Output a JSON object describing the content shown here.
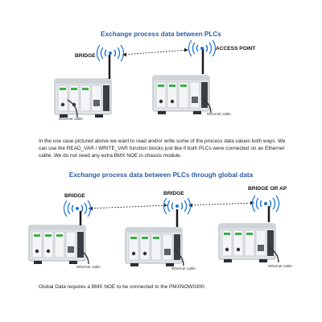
{
  "top_section": {
    "title": "Exchange process data between PLCs",
    "label_left": "BRIDGE",
    "label_right": "ACCESS POINT",
    "cable_label_left": "Ethernet cable",
    "cable_label_right": "Ethernet cable"
  },
  "paragraph": "In the use case pictured above we want to read and/or write some of the process data values both ways. We can use the READ_VAR / WRITE_VAR function blocks just like if both PLCs were connected on an Ethernet cable. We do not need any extra BMX NOE in chassis module.",
  "bottom_section": {
    "title": "Exchange process data between PLCs through global data",
    "label_1": "BRIDGE",
    "label_2": "BRIDGE",
    "label_3": "BRIDGE OR AP",
    "cable_label_1": "Ethernet cable",
    "cable_label_2": "Ethernet cable",
    "cable_label_3": "Ethernet cable"
  },
  "footnote": "Global Data requires a BMX NOE to be connected to the PMXNOW0300.",
  "colors": {
    "title": "#2e5ea3",
    "wifi_waves": "#1a73d6",
    "plc_body": "#dfe3e6",
    "antenna": "#1a1a1a"
  }
}
